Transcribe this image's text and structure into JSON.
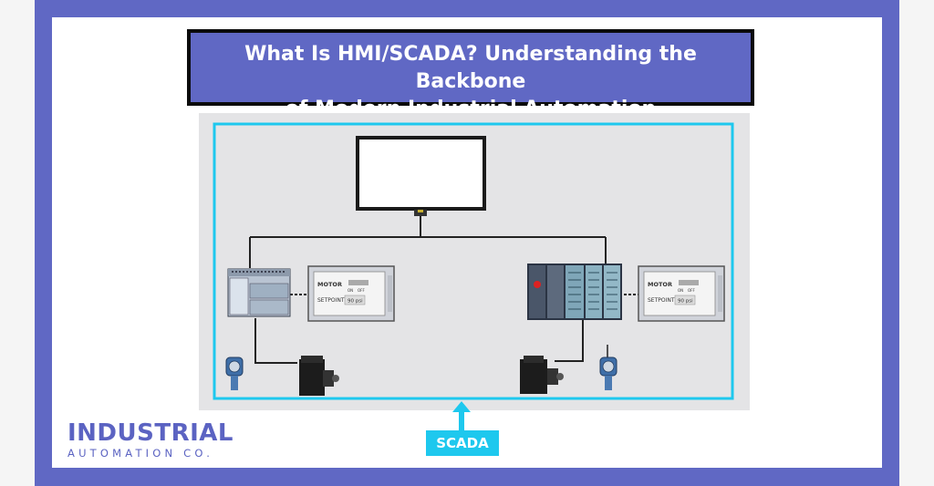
{
  "title": {
    "line1": "What Is HMI/SCADA? Understanding the Backbone",
    "line2": "of Modern Industrial Automation"
  },
  "logo": {
    "name": "INDUSTRIAL",
    "sub": "AUTOMATION CO."
  },
  "scada_label": "SCADA",
  "hmi_panels": [
    {
      "motor_label": "MOTOR",
      "on_label": "ON",
      "off_label": "OFF",
      "setpoint_label": "SETPOINT",
      "setpoint_value": "90 psi"
    },
    {
      "motor_label": "MOTOR",
      "on_label": "ON",
      "off_label": "OFF",
      "setpoint_label": "SETPOINT",
      "setpoint_value": "90 psi"
    }
  ],
  "colors": {
    "frame": "#6068c4",
    "scada_accent": "#1ec8ee",
    "title_text": "#ffffff"
  }
}
